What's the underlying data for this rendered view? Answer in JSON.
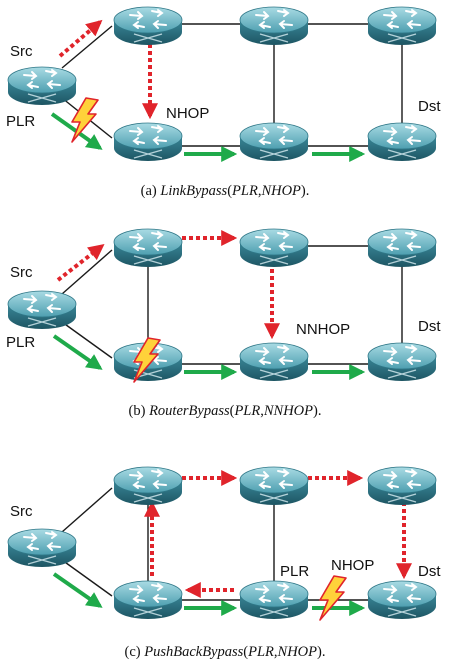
{
  "colors": {
    "link": "#1a1a1a",
    "protected_path": "#1faa4a",
    "bypass_path": "#e0242b",
    "router_body": "#3f8fa0",
    "router_dark": "#1f5a68",
    "router_light": "#8fcbd6",
    "failure_bolt_fill": "#ffd23a",
    "failure_bolt_stroke": "#e0242b"
  },
  "icons": {
    "router": "router-icon",
    "failure": "lightning-bolt-icon"
  },
  "panels": [
    {
      "id": "a",
      "labels": {
        "src": "Src",
        "plr": "PLR",
        "nhop": "NHOP",
        "dst": "Dst"
      },
      "caption": {
        "prefix": "(a)",
        "func": "LinkBypass",
        "open": "(",
        "arg1": "PLR",
        "sep": ",",
        "arg2": "NHOP",
        "close": ").",
        "full": "(a) LinkBypass(PLR,NHOP)."
      }
    },
    {
      "id": "b",
      "labels": {
        "src": "Src",
        "plr": "PLR",
        "nnhop": "NNHOP",
        "dst": "Dst"
      },
      "caption": {
        "prefix": "(b)",
        "func": "RouterBypass",
        "open": "(",
        "arg1": "PLR",
        "sep": ",",
        "arg2": "NNHOP",
        "close": ").",
        "full": "(b) RouterBypass(PLR,NNHOP)."
      }
    },
    {
      "id": "c",
      "labels": {
        "src": "Src",
        "plr": "PLR",
        "nhop": "NHOP",
        "dst": "Dst"
      },
      "caption": {
        "prefix": "(c)",
        "func": "PushBackBypass",
        "open": "(",
        "arg1": "PLR",
        "sep": ",",
        "arg2": "NHOP",
        "close": ").",
        "full": "(c) PushBackBypass(PLR,NHOP)."
      }
    }
  ]
}
